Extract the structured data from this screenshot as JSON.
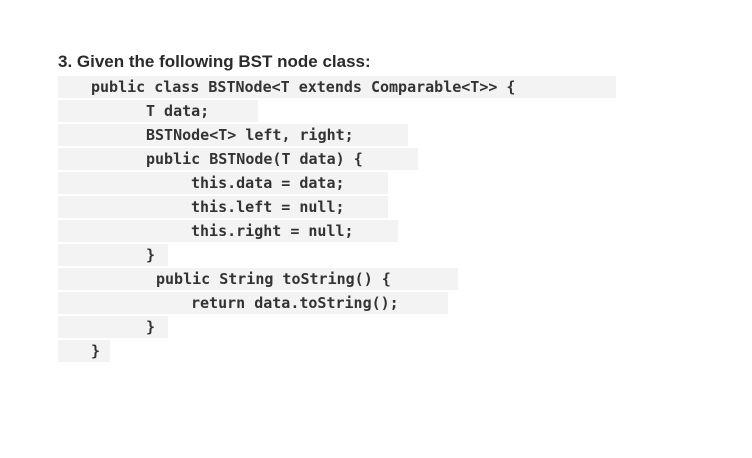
{
  "question": {
    "text": "3. Given the following BST node class:"
  },
  "code": {
    "lines": [
      "public class BSTNode<T extends Comparable<T>> {",
      "T data;",
      "BSTNode<T> left, right;",
      "public BSTNode(T data) {",
      "this.data = data;",
      "this.left = null;",
      "this.right = null;",
      "}",
      "public String toString() {",
      "return data.toString();",
      "}",
      "}"
    ]
  }
}
